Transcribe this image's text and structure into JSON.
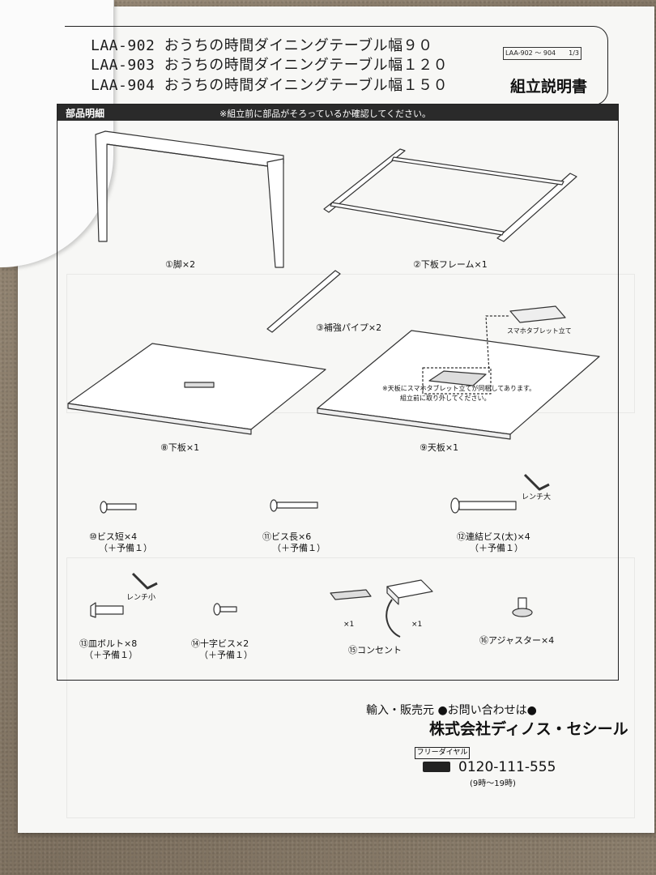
{
  "header": {
    "product_lines": [
      "LAA-902 おうちの時間ダイニングテーブル幅９０",
      "LAA-903 おうちの時間ダイニングテーブル幅１２０",
      "LAA-904 おうちの時間ダイニングテーブル幅１５０"
    ],
    "page_code": "LAA-902 ～ 904　　1/3",
    "doc_type": "組立説明書"
  },
  "parts_section": {
    "title": "部品明細",
    "note": "※組立前に部品がそろっているか確認してください。"
  },
  "parts": [
    {
      "label": "①脚×2"
    },
    {
      "label": "②下板フレーム×1"
    },
    {
      "label": "③補強パイプ×2"
    },
    {
      "label": "⑧下板×1"
    },
    {
      "label": "⑨天板×1",
      "inset_label": "スマホタブレット立て",
      "note_line1": "※天板にスマホタブレット立てが同梱してあります。",
      "note_line2": "組立前に取り外してください。"
    },
    {
      "label": "⑩ビス短×4",
      "spare": "（＋予備１）"
    },
    {
      "label": "⑪ビス長×6",
      "spare": "（＋予備１）"
    },
    {
      "label": "⑫連結ビス(太)×4",
      "spare": "（＋予備１）",
      "tool": "レンチ大"
    },
    {
      "label": "⑬皿ボルト×8",
      "spare": "（＋予備１）",
      "tool": "レンチ小"
    },
    {
      "label": "⑭十字ビス×2",
      "spare": "（＋予備１）"
    },
    {
      "label": "⑮コンセント",
      "qty_a": "×1",
      "qty_b": "×1"
    },
    {
      "label": "⑯アジャスター×4"
    }
  ],
  "contact": {
    "label": "輸入・販売元 ●お問い合わせは●",
    "company": "株式会社ディノス・セシール",
    "freedial": "フリーダイヤル",
    "phone": "0120-111-555",
    "hours": "(9時～19時)"
  }
}
